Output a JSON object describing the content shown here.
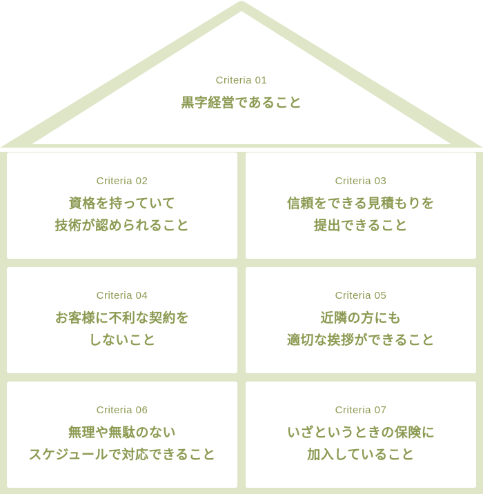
{
  "colors": {
    "accent": "#8b9a52",
    "frame": "#dfe6c8",
    "cell_bg": "#ffffff"
  },
  "roof": {
    "criteria": "Criteria 01",
    "title": "黒字経営であること"
  },
  "cells": [
    {
      "criteria": "Criteria 02",
      "line1": "資格を持っていて",
      "line2": "技術が認められること"
    },
    {
      "criteria": "Criteria 03",
      "line1": "信頼をできる見積もりを",
      "line2": "提出できること"
    },
    {
      "criteria": "Criteria 04",
      "line1": "お客様に不利な契約を",
      "line2": "しないこと"
    },
    {
      "criteria": "Criteria 05",
      "line1": "近隣の方にも",
      "line2": "適切な挨拶ができること"
    },
    {
      "criteria": "Criteria 06",
      "line1": "無理や無駄のない",
      "line2": "スケジュールで対応できること"
    },
    {
      "criteria": "Criteria 07",
      "line1": "いざというときの保険に",
      "line2": "加入していること"
    }
  ]
}
